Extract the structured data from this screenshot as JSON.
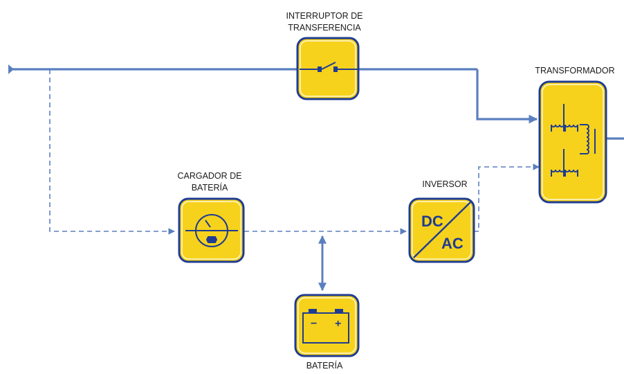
{
  "labels": {
    "switch_line1": "INTERRUPTOR DE",
    "switch_line2": "TRANSFERENCIA",
    "transformer": "TRANSFORMADOR",
    "charger_line1": "CARGADOR DE",
    "charger_line2": "BATERÍA",
    "inverter": "INVERSOR",
    "battery": "BATERÍA",
    "dc": "DC",
    "ac": "AC",
    "battery_minus": "−",
    "battery_plus": "+"
  },
  "colors": {
    "line": "#5b7fbf",
    "block_fill": "#f6d21c",
    "block_border": "#1f3c91",
    "icon": "#1f3c91"
  },
  "icons": {
    "switch": "transfer-switch-icon",
    "charger": "battery-charger-icon",
    "inverter": "dc-ac-inverter-icon",
    "transformer": "transformer-coils-icon",
    "battery": "battery-icon"
  }
}
